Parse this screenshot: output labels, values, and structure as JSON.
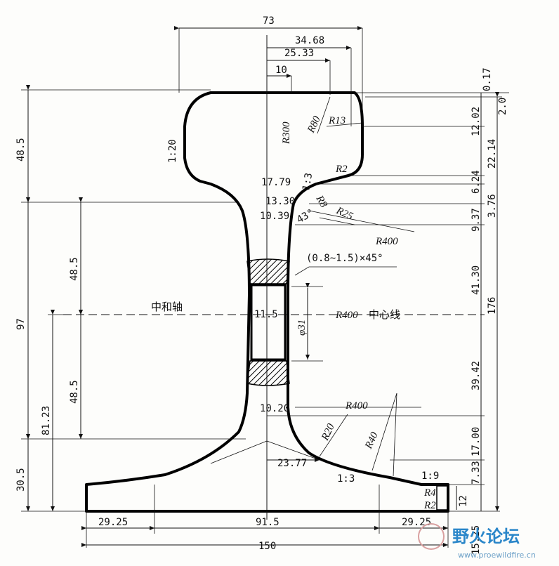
{
  "drawing": {
    "top_dims": [
      "73",
      "34.68",
      "25.33",
      "10"
    ],
    "head_labels": [
      "R300",
      "R80",
      "R13",
      "R2",
      "1:20",
      "1:3",
      "17.79",
      "13.30",
      "R8",
      "R25",
      "10.39",
      "43°",
      "R400"
    ],
    "web_labels": [
      "(0.8~1.5)×45°",
      "11.5",
      "φ31",
      "中和轴",
      "R400",
      "中心线",
      "10.20",
      "R400",
      "R20",
      "R40",
      "23.77",
      "1:3",
      "1:9",
      "R4",
      "R2",
      "12"
    ],
    "right_dims": [
      "0.17",
      "2.0",
      "12.02",
      "22.14",
      "6.24",
      "3.76",
      "9.37",
      "41.30",
      "176",
      "39.42",
      "17.00",
      "7.33",
      "15.25"
    ],
    "left_dims": [
      "48.5",
      "48.5",
      "97",
      "48.5",
      "81.23",
      "30.5"
    ],
    "bottom_dims": [
      "29.25",
      "91.5",
      "29.25",
      "150"
    ]
  },
  "watermark": {
    "text": "野火论坛",
    "url": "www.proewildfire.cn"
  }
}
